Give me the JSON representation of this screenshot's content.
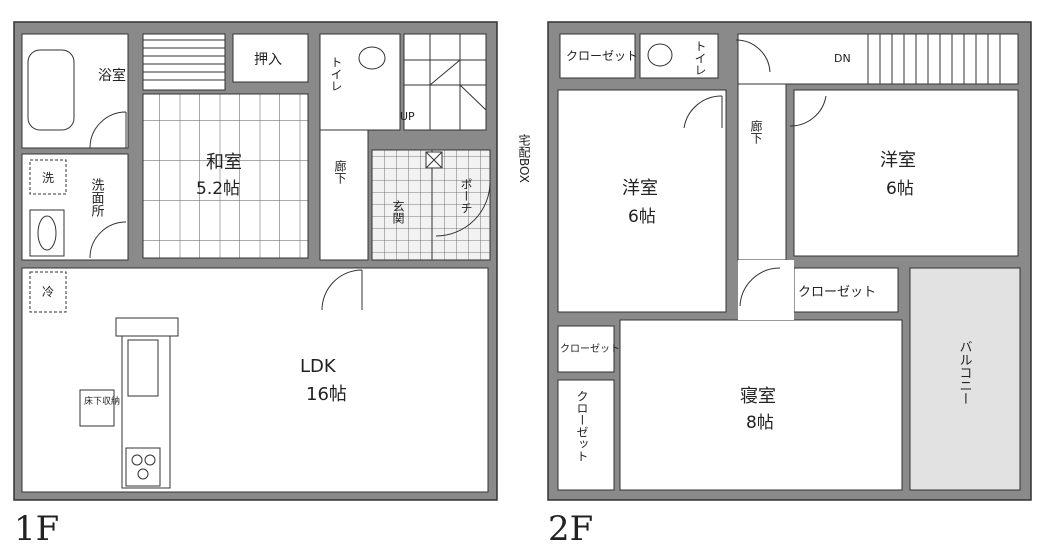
{
  "floors": [
    {
      "label": "1F",
      "rooms": {
        "bath": "浴室",
        "closet": "押入",
        "toilet": "トイレ",
        "washroom": "洗面所",
        "washer": "洗",
        "fridge": "冷",
        "washitsu_name": "和室",
        "washitsu_size": "5.2帖",
        "hallway": "廊下",
        "up": "UP",
        "entrance": "玄関",
        "porch": "ポーチ",
        "delivery_box": "宅配BOX",
        "ldk_name": "LDK",
        "ldk_size": "16帖",
        "underfloor": "床下収納"
      }
    },
    {
      "label": "2F",
      "rooms": {
        "closet_top": "クローゼット",
        "toilet": "トイレ",
        "dn": "DN",
        "hallway": "廊下",
        "western_left_name": "洋室",
        "western_left_size": "6帖",
        "western_right_name": "洋室",
        "western_right_size": "6帖",
        "closet_mid": "クローゼット",
        "closet_small": "クローゼット",
        "closet_tall": "クローゼット",
        "bedroom_name": "寝室",
        "bedroom_size": "8帖",
        "balcony": "バルコニー"
      }
    }
  ],
  "colors": {
    "wall": "#8a8a8a",
    "wall_edge": "#333333",
    "floor": "#ffffff",
    "tile": "#e8e8e8",
    "balcony": "#e2e2e2"
  }
}
